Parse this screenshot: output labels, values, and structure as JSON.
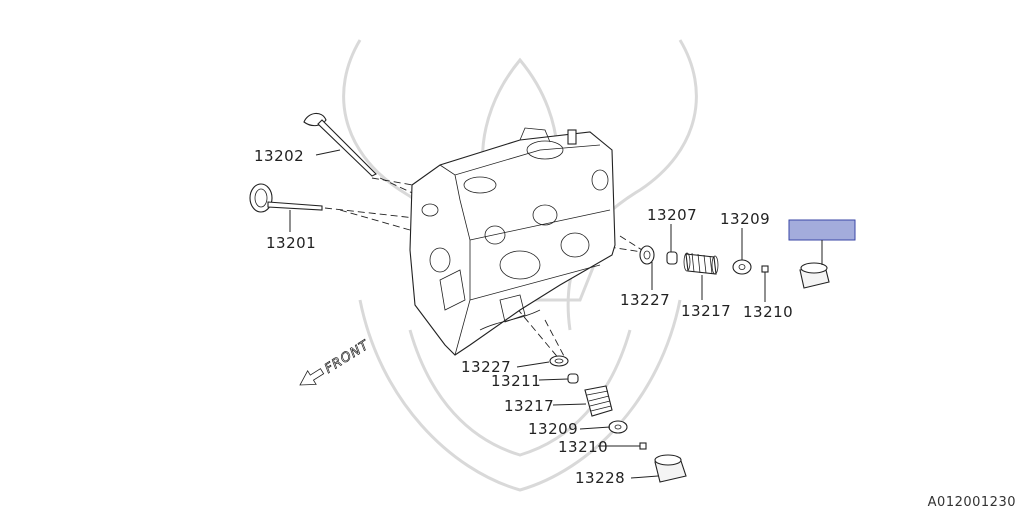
{
  "labels": {
    "p13202": "13202",
    "p13201": "13201",
    "p13207": "13207",
    "p13209_top": "13209",
    "p13227_top": "13227",
    "p13217_top": "13217",
    "p13210_top": "13210",
    "p13227_bottom": "13227",
    "p13211": "13211",
    "p13217_bottom": "13217",
    "p13209_bottom": "13209",
    "p13210_bottom": "13210",
    "p13228": "13228"
  },
  "front_label": "FRONT",
  "diagram_code": "A012001230",
  "colors": {
    "highlight_box": "#a3acdc",
    "highlight_border": "#3a46a6",
    "ink": "#222222",
    "watermark": "#d9d9d9"
  }
}
